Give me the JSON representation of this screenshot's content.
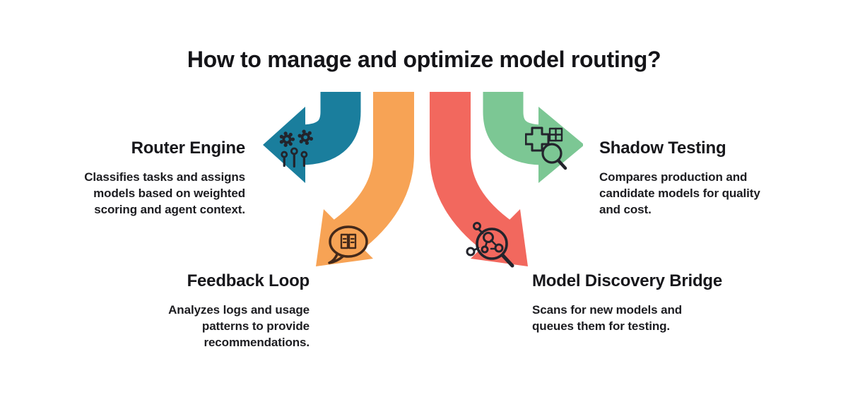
{
  "title": "How to manage and optimize model routing?",
  "background": "#ffffff",
  "text_ink": "#17171b",
  "icon_ink": "#23242c",
  "bubble_icon_ink": "#44291a",
  "nodes": [
    {
      "id": "router-engine",
      "label": "Router Engine",
      "description": "Classifies tasks and assigns\nmodels based on weighted\nscoring and agent context.",
      "color": "#1a7e9d",
      "icon": "automation-gears-icon"
    },
    {
      "id": "feedback-loop",
      "label": "Feedback Loop",
      "description": "Analyzes logs and usage\npatterns to provide\nrecommendations.",
      "color": "#f7a355",
      "icon": "feedback-chat-icon"
    },
    {
      "id": "model-discovery-bridge",
      "label": "Model Discovery Bridge",
      "description": "Scans for new models and\nqueues them for testing.",
      "color": "#f2685e",
      "icon": "discovery-magnifier-icon"
    },
    {
      "id": "shadow-testing",
      "label": "Shadow Testing",
      "description": "Compares production and\ncandidate models for quality\nand cost.",
      "color": "#7cc794",
      "icon": "shadow-grid-magnifier-icon"
    }
  ]
}
